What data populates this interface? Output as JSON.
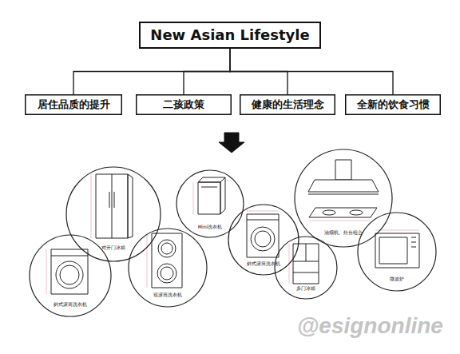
{
  "diagram": {
    "nodes": [
      {
        "text": [
          "New Asian Lifestyle"
        ]
      },
      {
        "text": [
          "居住品质的提升"
        ]
      },
      {
        "text": [
          "二孩政策"
        ]
      },
      {
        "text": [
          "健康的生活理念"
        ]
      },
      {
        "text": [
          "全新的饮食习惯"
        ]
      },
      {
        "text": [
          "斜式滚筒洗衣机"
        ]
      },
      {
        "text": [
          "对开门冰箱"
        ]
      },
      {
        "text": [
          "双滚筒洗衣机"
        ]
      },
      {
        "text": [
          "Mini洗衣机"
        ]
      },
      {
        "text": [
          "斜式滚筒洗衣机"
        ]
      },
      {
        "text": [
          "多门冰箱"
        ]
      },
      {
        "text": [
          "油烟机、灶台组合"
        ]
      },
      {
        "text": [
          "微波炉"
        ]
      }
    ],
    "edges": [
      {
        "from": 0,
        "to": 1,
        "arrow": "none"
      },
      {
        "from": 0,
        "to": 2,
        "arrow": "none"
      },
      {
        "from": 0,
        "to": 3,
        "arrow": "none"
      },
      {
        "from": 0,
        "to": 4,
        "arrow": "none"
      }
    ],
    "labels": [
      "@esignonline"
    ]
  }
}
